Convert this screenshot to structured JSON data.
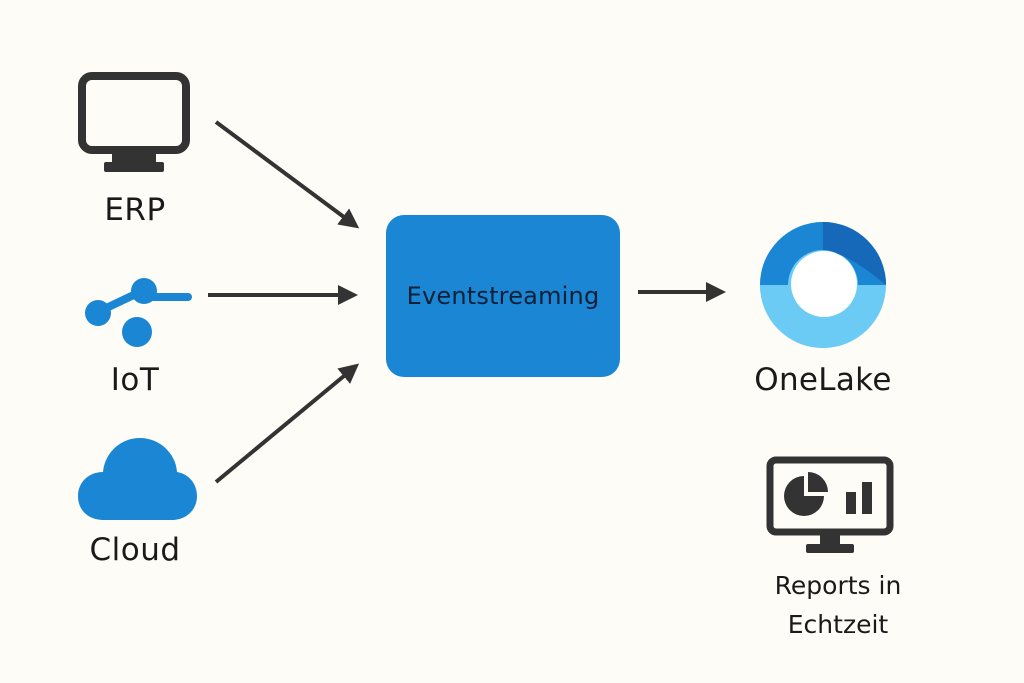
{
  "sources": [
    {
      "id": "erp",
      "label": "ERP",
      "icon": "monitor-icon"
    },
    {
      "id": "iot",
      "label": "IoT",
      "icon": "iot-network-icon"
    },
    {
      "id": "cloud",
      "label": "Cloud",
      "icon": "cloud-icon"
    }
  ],
  "hub": {
    "label": "Eventstreaming",
    "color": "#1a86d4"
  },
  "destinations": [
    {
      "id": "onelake",
      "label": "OneLake",
      "icon": "onelake-logo-icon"
    },
    {
      "id": "reports",
      "label": "Reports in Echtzeit",
      "icon": "report-monitor-icon"
    }
  ],
  "colors": {
    "background": "#fdfcf6",
    "icon_dark": "#333333",
    "icon_blue": "#1a86d4",
    "onelake_light": "#6bcbf5",
    "onelake_dark": "#1569b8",
    "arrow": "#333333"
  }
}
